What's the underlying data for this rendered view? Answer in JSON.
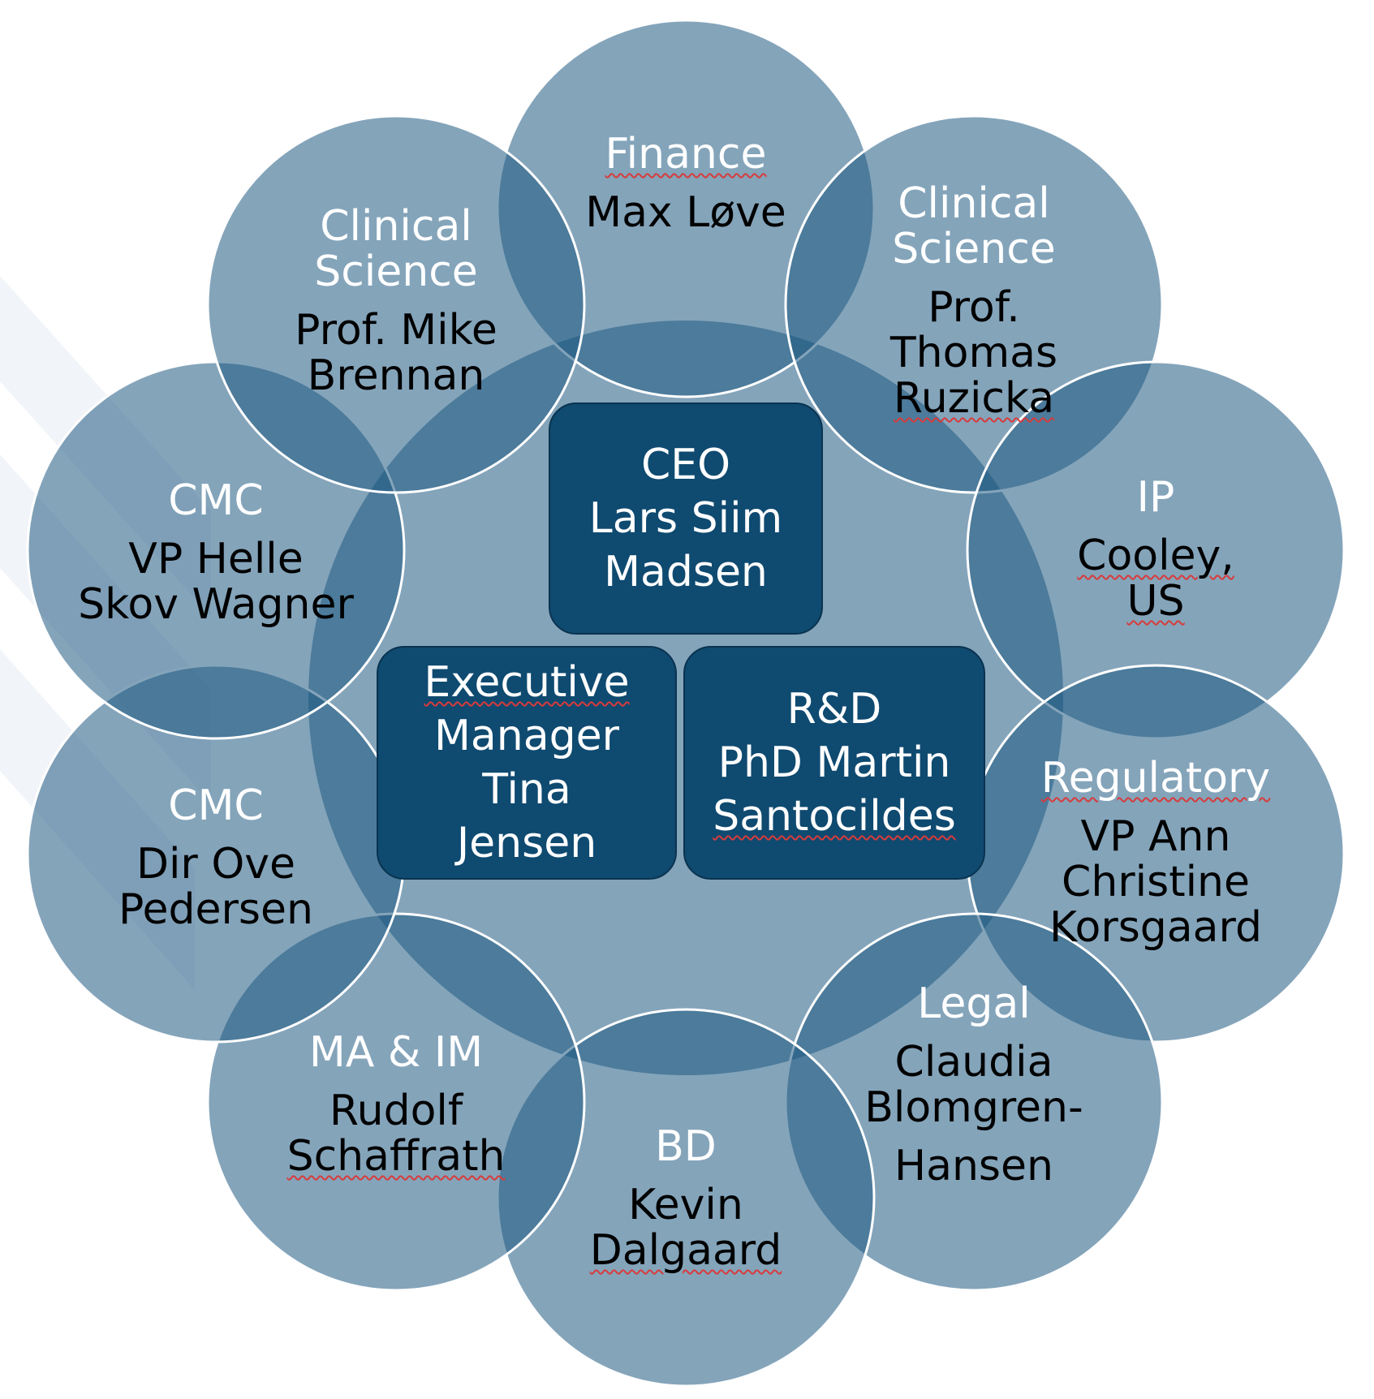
{
  "center": {
    "ceo": {
      "title": "CEO",
      "name_line1": "Lars Siim",
      "name_line2": "Madsen"
    },
    "executive": {
      "line1": "Executive",
      "line2": "Manager",
      "line3": "Tina",
      "line4": "Jensen"
    },
    "rnd": {
      "title": "R&D",
      "line1": "PhD Martin",
      "line2": "Santocildes"
    }
  },
  "units": {
    "finance": {
      "dept": "Finance",
      "person": "Max Løve"
    },
    "clinical_science_left": {
      "dept_line1": "Clinical",
      "dept_line2": "Science",
      "person_line1": "Prof. Mike",
      "person_line2": "Brennan"
    },
    "clinical_science_right": {
      "dept_line1": "Clinical",
      "dept_line2": "Science",
      "person_line1": "Prof.",
      "person_line2": "Thomas",
      "person_line3": "Ruzicka"
    },
    "cmc_upper": {
      "dept": "CMC",
      "person_line1": "VP Helle",
      "person_line2": "Skov Wagner"
    },
    "ip": {
      "dept": "IP",
      "person": "Cooley, US"
    },
    "cmc_lower": {
      "dept": "CMC",
      "person_line1": "Dir Ove",
      "person_line2": "Pedersen"
    },
    "regulatory": {
      "dept": "Regulatory",
      "person_line1": "VP Ann",
      "person_line2": "Christine",
      "person_line3": "Korsgaard"
    },
    "ma_im": {
      "dept": "MA & IM",
      "person_line1": "Rudolf",
      "person_line2": "Schaffrath"
    },
    "legal": {
      "dept": "Legal",
      "person_line1": "Claudia",
      "person_line2": "Blomgren-",
      "person_line3": "Hansen"
    },
    "bd": {
      "dept": "BD",
      "person_line1": "Kevin",
      "person_line2": "Dalgaard"
    }
  },
  "colors": {
    "circle_fill": "#84a7bd",
    "overlap_fill": "#437a99",
    "box_fill": "#0f4a70",
    "dept_text": "#ffffff",
    "person_text": "#000000"
  }
}
